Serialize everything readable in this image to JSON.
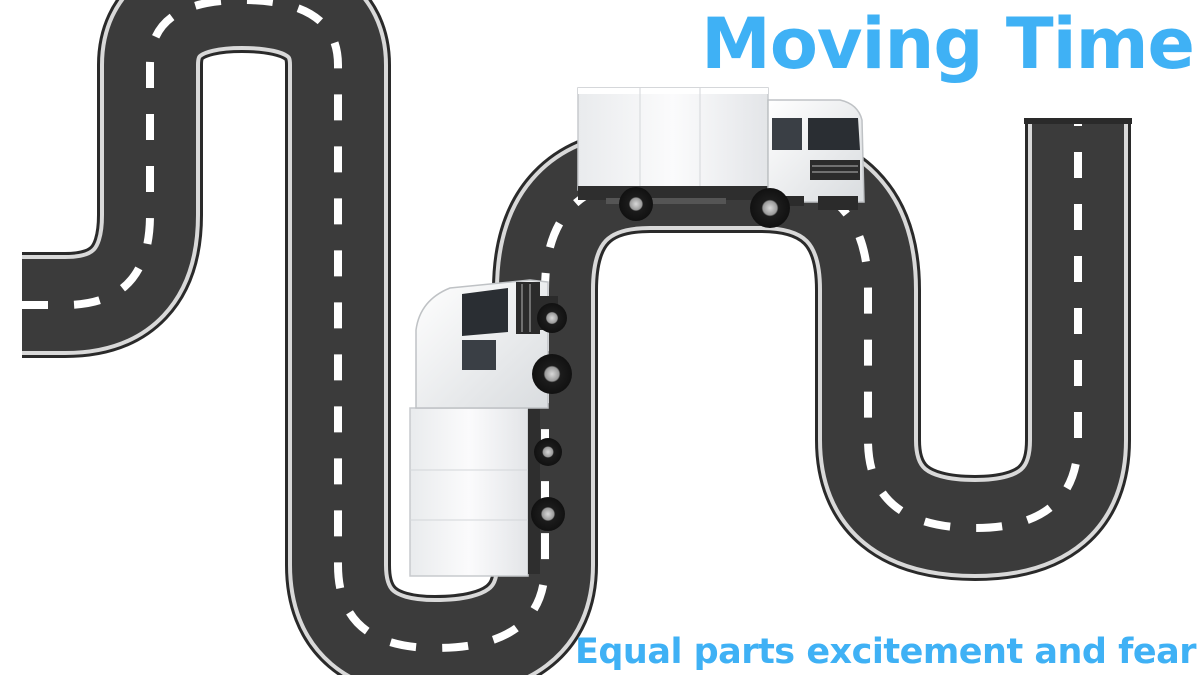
{
  "title": "Moving Time",
  "subtitle": "Equal parts excitement and fear",
  "colors": {
    "accent_text": "#3fb1f5",
    "road_asphalt": "#3b3b3b",
    "road_edge": "#2a2a2a",
    "lane_marking": "#ffffff",
    "truck_box": "#f4f5f6",
    "truck_trim": "#2b2b2b"
  },
  "illustration": {
    "road": "winding-road",
    "vehicles": [
      "box-truck-upright",
      "box-truck-rotated"
    ]
  }
}
